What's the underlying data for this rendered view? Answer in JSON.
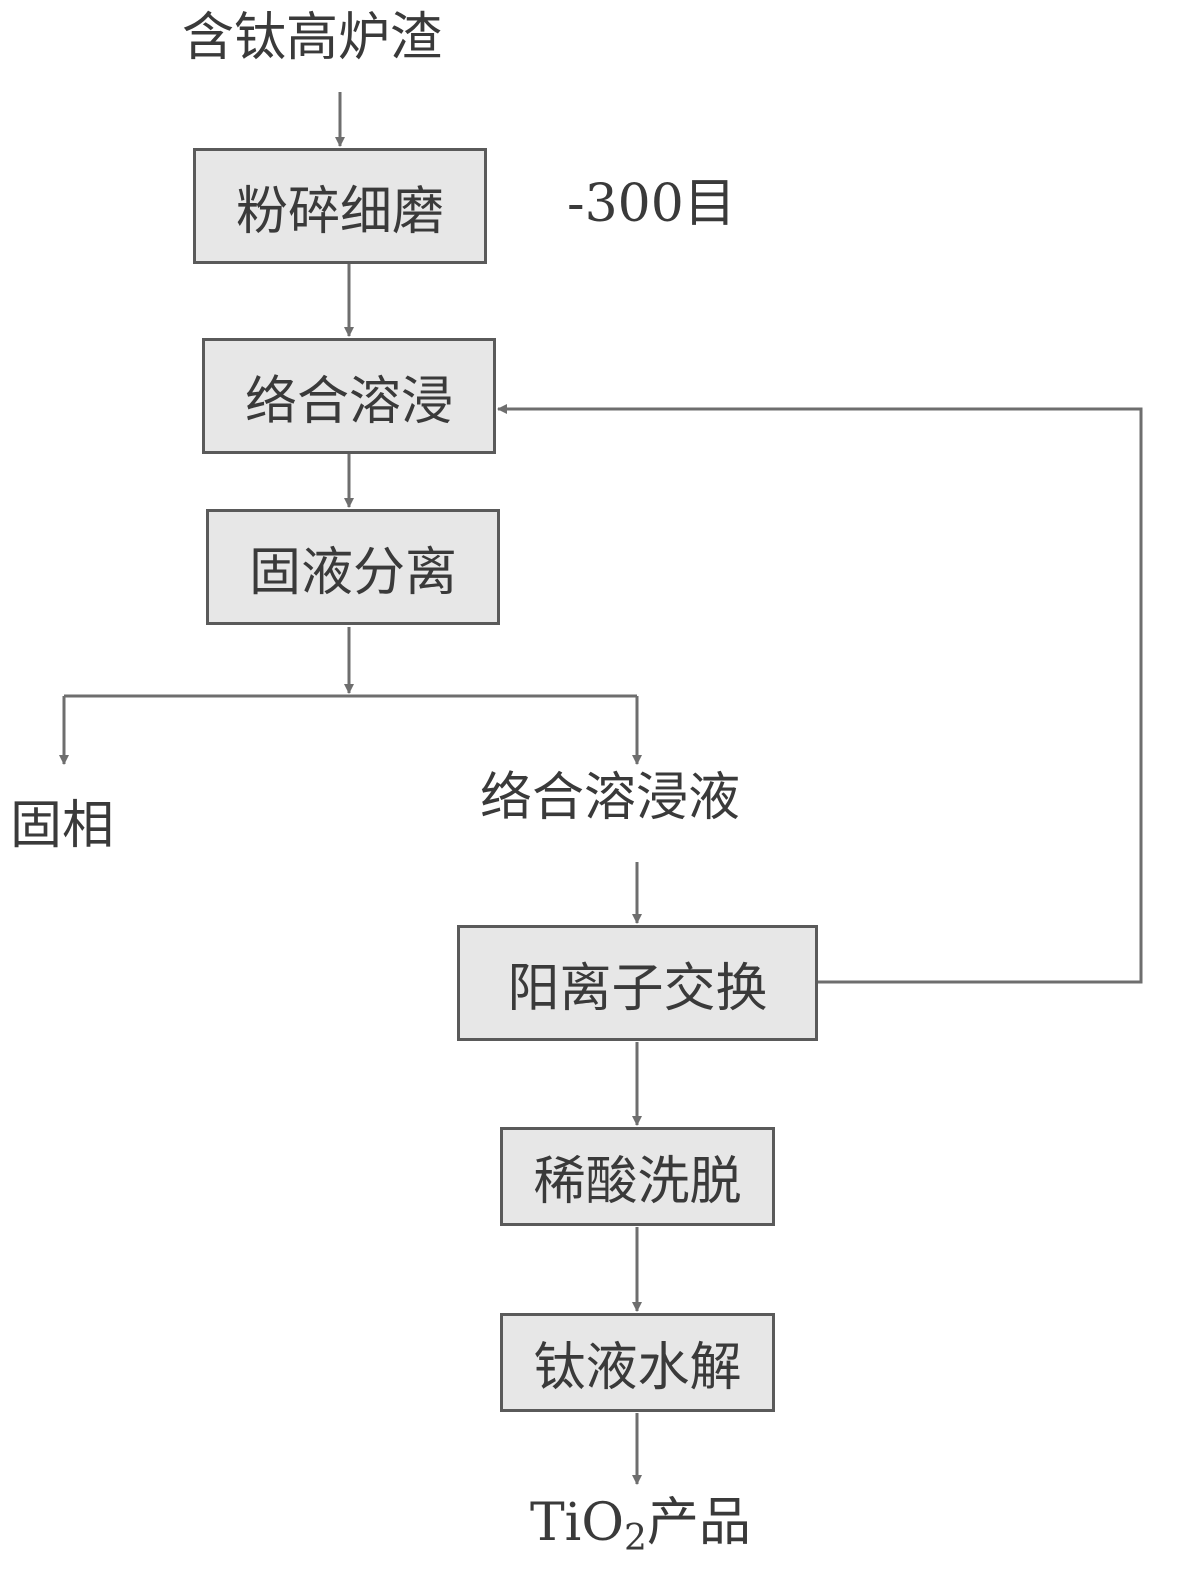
{
  "flow": {
    "start": "含钛高炉渣",
    "crush": "粉碎细磨",
    "mesh_note": "-300目",
    "leach": "络合溶浸",
    "separation": "固液分离",
    "solid_phase": "固相",
    "leach_liquor": "络合溶浸液",
    "ion_exchange": "阳离子交换",
    "elution": "稀酸洗脱",
    "hydrolysis": "钛液水解",
    "product": {
      "formula_main": "TiO",
      "formula_sub": "2",
      "suffix": "产品"
    }
  },
  "colors": {
    "box_fill": "#e7e7e7",
    "box_border": "#5a5a5a",
    "line": "#6e6e6e",
    "text": "#3a3a3a"
  }
}
